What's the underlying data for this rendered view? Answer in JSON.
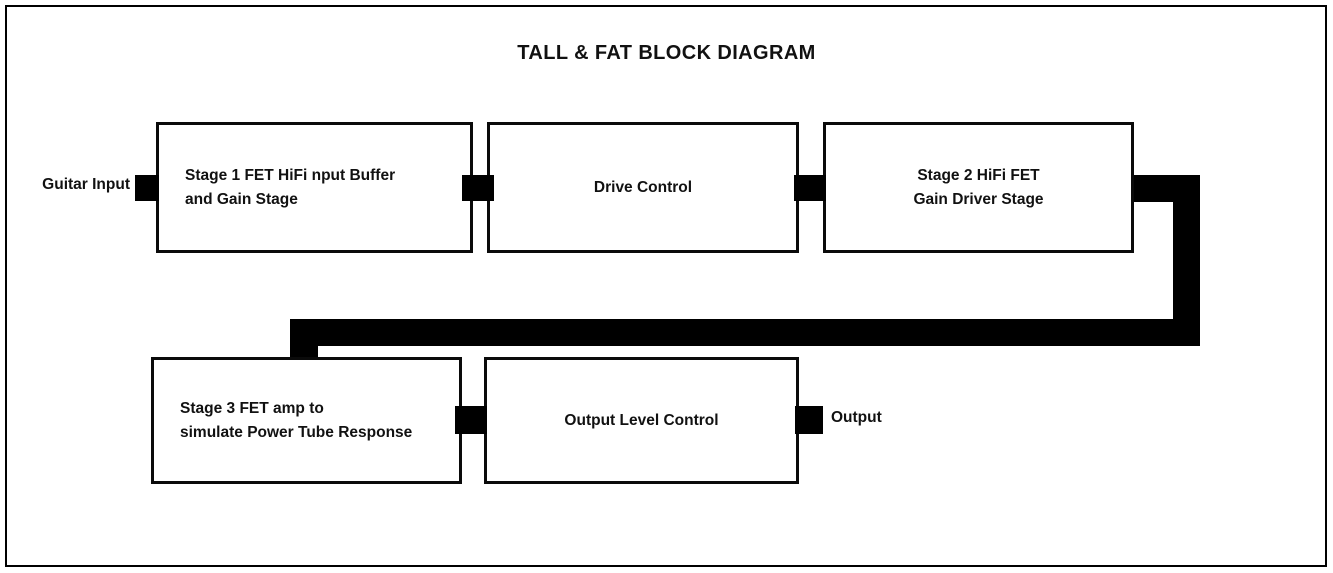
{
  "diagram": {
    "title": "TALL & FAT BLOCK DIAGRAM",
    "type": "signal-chain-block-diagram",
    "colors": {
      "background": "#ffffff",
      "stroke": "#000000",
      "text": "#111111",
      "connector": "#000000"
    },
    "io_labels": {
      "input": "Guitar Input",
      "output": "Output"
    },
    "blocks": [
      {
        "id": "stage1",
        "label": "Stage 1 FET HiFi nput Buffer\nand Gain Stage",
        "align": "left",
        "row": "top",
        "order": 1
      },
      {
        "id": "drive",
        "label": "Drive Control",
        "align": "center",
        "row": "top",
        "order": 2
      },
      {
        "id": "stage2",
        "label": "Stage 2 HiFi FET\nGain Driver Stage",
        "align": "center",
        "row": "top",
        "order": 3
      },
      {
        "id": "stage3",
        "label": "Stage 3 FET amp to\nsimulate Power Tube Response",
        "align": "left",
        "row": "bottom",
        "order": 4
      },
      {
        "id": "outlevel",
        "label": "Output Level Control",
        "align": "center",
        "row": "bottom",
        "order": 5
      }
    ],
    "connections": [
      {
        "from": "guitar-input",
        "to": "stage1",
        "style": "stub"
      },
      {
        "from": "stage1",
        "to": "drive",
        "style": "stub"
      },
      {
        "from": "drive",
        "to": "stage2",
        "style": "stub"
      },
      {
        "from": "stage2",
        "to": "stage3",
        "style": "routed-thick-bus"
      },
      {
        "from": "stage3",
        "to": "outlevel",
        "style": "stub"
      },
      {
        "from": "outlevel",
        "to": "output",
        "style": "stub"
      }
    ]
  }
}
